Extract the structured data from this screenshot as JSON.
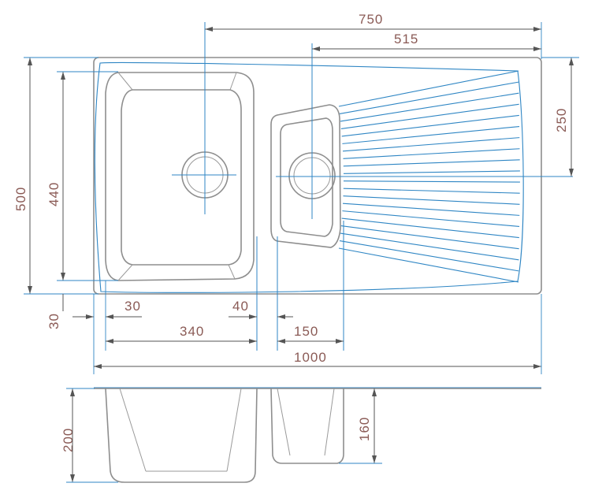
{
  "dimensions": {
    "overall_length": "1000",
    "overall_width": "500",
    "bowl_center_to_drain": "750",
    "small_bowl_to_end": "515",
    "drainer_offset": "250",
    "bowl_inner_width": "440",
    "rim_offset_left": "30",
    "rim_offset_bottom": "30",
    "big_bowl_length": "340",
    "bowl_gap": "40",
    "small_bowl_length": "150",
    "big_bowl_depth": "200",
    "small_bowl_depth": "160"
  },
  "colors": {
    "outline": "#8e8e8e",
    "construction": "#2f86c4",
    "dimension_text": "#8a5a55"
  }
}
